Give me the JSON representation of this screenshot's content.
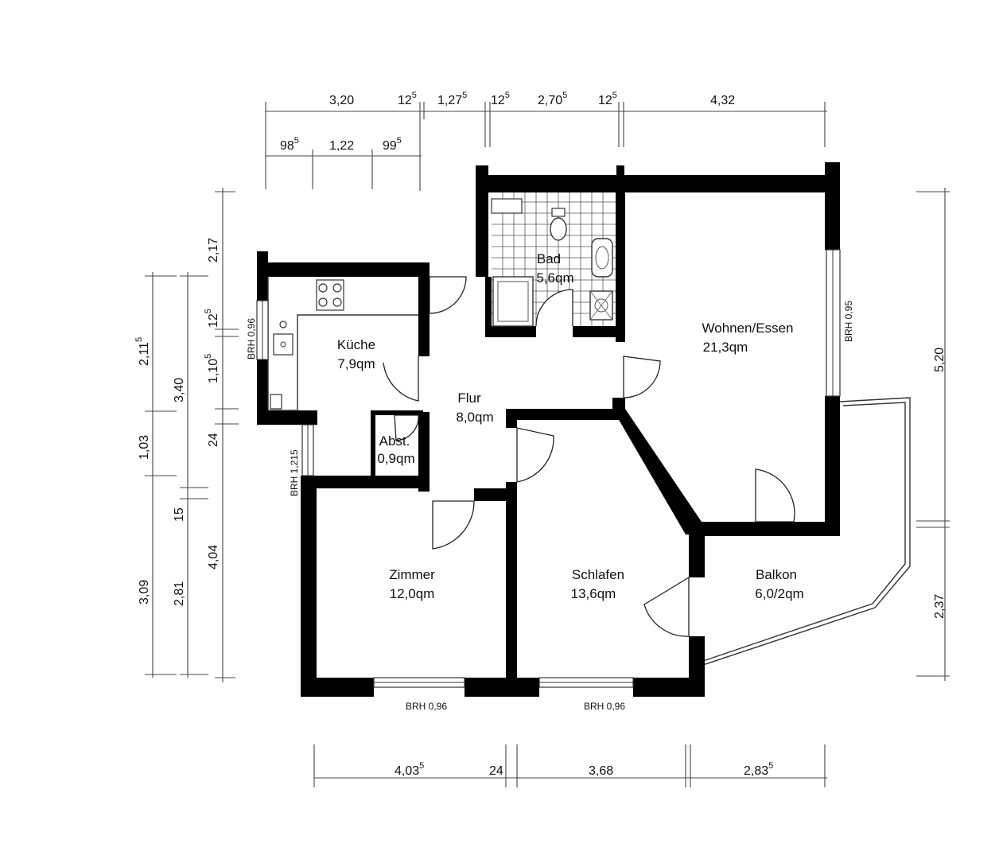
{
  "rooms": {
    "bad": {
      "name": "Bad",
      "area": "5,6qm"
    },
    "kueche": {
      "name": "Küche",
      "area": "7,9qm"
    },
    "flur": {
      "name": "Flur",
      "area": "8,0qm"
    },
    "abst": {
      "name": "Abst.",
      "area": "0,9qm"
    },
    "wohnen": {
      "name": "Wohnen/Essen",
      "area": "21,3qm"
    },
    "zimmer": {
      "name": "Zimmer",
      "area": "12,0qm"
    },
    "schlafen": {
      "name": "Schlafen",
      "area": "13,6qm"
    },
    "balkon": {
      "name": "Balkon",
      "area": "6,0/2qm"
    }
  },
  "windows": {
    "kueche": "BRH 0,96",
    "wohnen": "BRH 0,95",
    "abst": "BRH 1,215",
    "zimmer": "BRH 0,96",
    "schlafen": "BRH 0,96"
  },
  "dimensions": {
    "top_row1": [
      {
        "main": "3,20"
      },
      {
        "main": "12",
        "sup": "5"
      },
      {
        "main": "1,27",
        "sup": "5"
      },
      {
        "main": "12",
        "sup": "5"
      },
      {
        "main": "2,70",
        "sup": "5"
      },
      {
        "main": "12",
        "sup": "5"
      },
      {
        "main": "4,32"
      }
    ],
    "top_row2": [
      {
        "main": "98",
        "sup": "5"
      },
      {
        "main": "1,22"
      },
      {
        "main": "99",
        "sup": "5"
      }
    ],
    "bottom": [
      {
        "main": "4,03",
        "sup": "5"
      },
      {
        "main": "24"
      },
      {
        "main": "3,68"
      },
      {
        "main": "2,83",
        "sup": "5"
      }
    ],
    "left_outer": [
      {
        "main": "2,11",
        "sup": "5"
      },
      {
        "main": "1,03"
      },
      {
        "main": "3,09"
      }
    ],
    "left_mid": [
      {
        "main": "3,40"
      },
      {
        "main": "15"
      },
      {
        "main": "2,81"
      }
    ],
    "left_inner": [
      {
        "main": "2,17"
      },
      {
        "main": "12",
        "sup": "5"
      },
      {
        "main": "1,10",
        "sup": "5"
      },
      {
        "main": "24"
      },
      {
        "main": "4,04"
      }
    ],
    "right": [
      {
        "main": "5,20"
      },
      {
        "main": "2,37"
      }
    ]
  }
}
